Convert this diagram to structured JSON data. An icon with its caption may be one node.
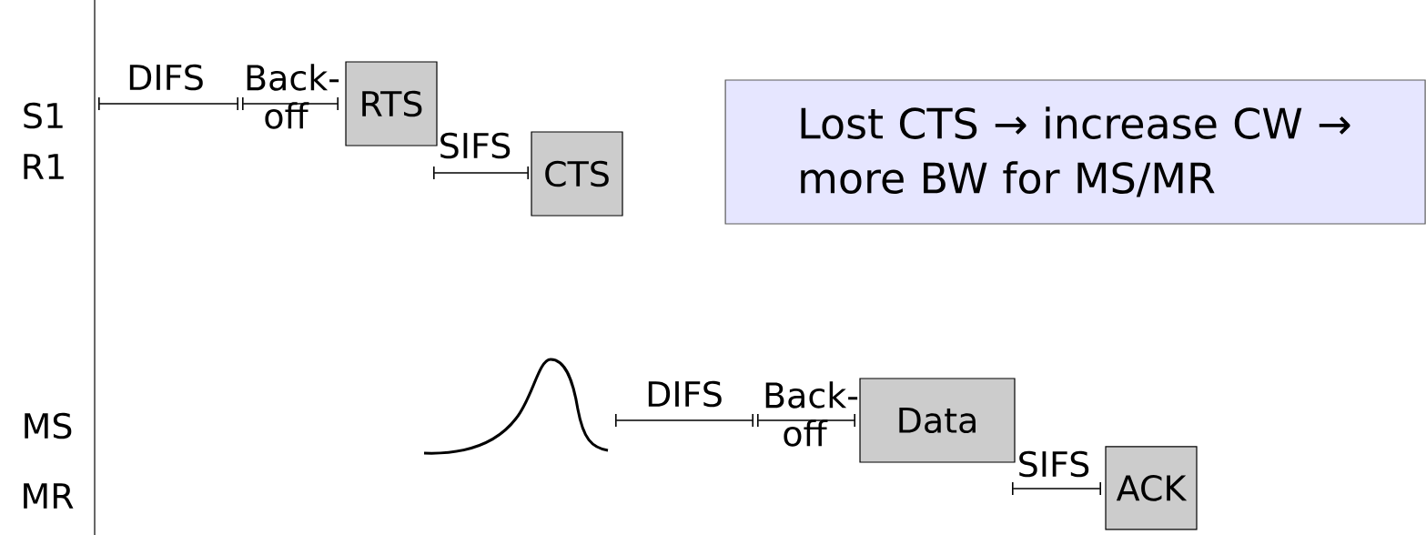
{
  "diagram": {
    "nodes": [
      {
        "text": [
          "RTS"
        ]
      },
      {
        "text": [
          "CTS"
        ]
      },
      {
        "text": [
          "Lost CTS → increase CW → more BW for MS/MR"
        ]
      },
      {
        "text": [
          "Data"
        ]
      },
      {
        "text": [
          "ACK"
        ]
      }
    ],
    "edges": [],
    "labels": [
      "S1",
      "R1",
      "MS",
      "MR",
      "DIFS",
      "Back-off",
      "SIFS",
      "DIFS",
      "Back-off",
      "SIFS"
    ]
  }
}
